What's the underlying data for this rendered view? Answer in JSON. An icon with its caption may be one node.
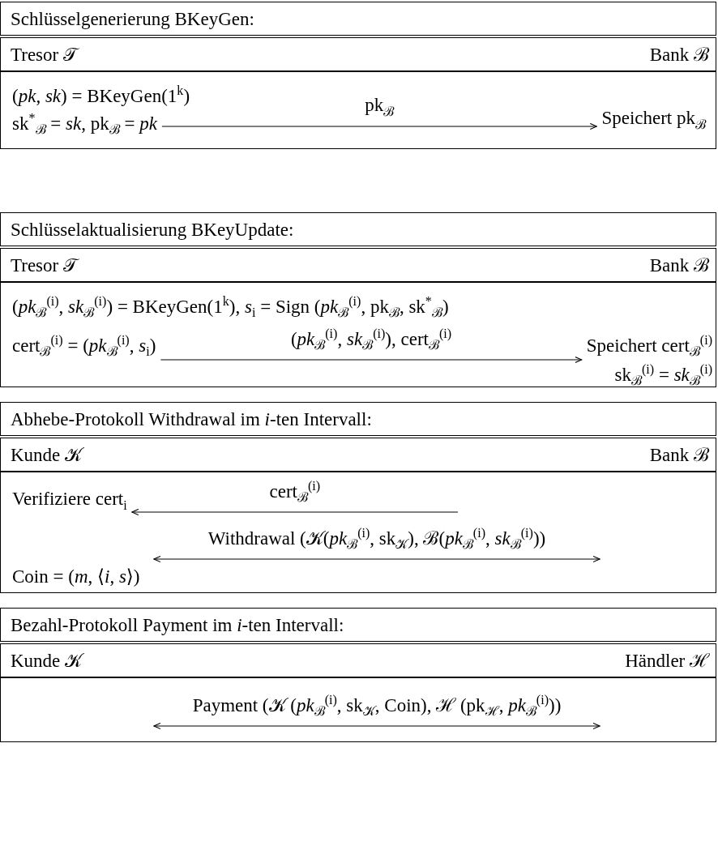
{
  "diagram": {
    "nodes": [
      {
        "text": [
          "Schlüsselgenerierung BKeyGen:"
        ]
      },
      {
        "text": [
          "Tresor 𝒯",
          "Bank ℬ"
        ]
      },
      {
        "text": [
          "(*pk*, *sk*) = BKeyGen(1$^{k}$)"
        ]
      },
      {
        "text": [
          "sk$^{*}$$_{ℬ}$ = *sk*, pk$_{ℬ}$ = *pk*"
        ],
        "in": 2
      },
      {
        "text": [
          "Speichert pk$_{ℬ}$"
        ],
        "in": 2
      },
      {
        "text": [
          "Schlüsselaktualisierung BKeyUpdate:"
        ]
      },
      {
        "text": [
          "Tresor 𝒯",
          "Bank ℬ"
        ]
      },
      {
        "text": [
          "(*pk*$_{ℬ}$$^{(i)}$, *sk*$_{ℬ}$$^{(i)}$) = BKeyGen(1$^{k}$), *s*$_{i}$ = Sign (*pk*$_{ℬ}$$^{(i)}$, pk$_{ℬ}$, sk$^{*}$$_{ℬ}$)",
          "sk$_{ℬ}$$^{(i)}$ = *sk*$_{ℬ}$$^{(i)}$"
        ]
      },
      {
        "text": [
          "cert$_{ℬ}$$^{(i)}$ = (*pk*$_{ℬ}$$^{(i)}$, *s*$_{i}$)"
        ],
        "in": 7
      },
      {
        "text": [
          "Speichert cert$_{ℬ}$$^{(i)}$"
        ],
        "in": 7
      },
      {
        "text": [
          "Abhebe-Protokoll Withdrawal im *i*-ten Intervall:"
        ]
      },
      {
        "text": [
          "Kunde 𝒦",
          "Bank ℬ"
        ]
      },
      {
        "text": [
          "Coin = (*m*, ⟨*i*, *s*⟩)"
        ]
      },
      {
        "text": [
          "Verifiziere cert$_{i}$"
        ],
        "in": 12
      },
      {
        "text": [
          "Bezahl-Protokoll Payment im *i*-ten Intervall:"
        ]
      },
      {
        "text": [
          "Kunde 𝒦",
          "Händler ℋ"
        ]
      },
      {
        "text": [],
        "shape": "box"
      }
    ],
    "edges": [
      {
        "from": 3,
        "to": 4,
        "arrow": "to",
        "label": "pk$_{ℬ}$"
      },
      {
        "from": 8,
        "to": 9,
        "arrow": "to",
        "label": "(*pk*$_{ℬ}$$^{(i)}$, *sk*$_{ℬ}$$^{(i)}$), cert$_{ℬ}$$^{(i)}$"
      },
      {
        "from": null,
        "to": 13,
        "arrow": "to",
        "label": "cert$_{ℬ}$$^{(i)}$"
      }
    ],
    "labels": [
      "Withdrawal (𝒦(*pk*$_{ℬ}$$^{(i)}$, sk$_{𝒦}$), ℬ(*pk*$_{ℬ}$$^{(i)}$, *sk*$_{ℬ}$$^{(i)}$))",
      "Payment (𝒦 (*pk*$_{ℬ}$$^{(i)}$, sk$_{𝒦}$, Coin), ℋ (pk$_{ℋ}$, *pk*$_{ℬ}$$^{(i)}$))"
    ]
  }
}
